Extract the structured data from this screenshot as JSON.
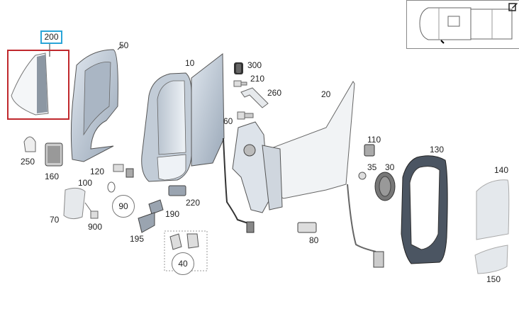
{
  "labels": {
    "l200": "200",
    "l50": "50",
    "l10": "10",
    "l300": "300",
    "l210": "210",
    "l260": "260",
    "l60": "60",
    "l20": "20",
    "l110": "110",
    "l130": "130",
    "l35": "35",
    "l30": "30",
    "l140": "140",
    "l250": "250",
    "l160": "160",
    "l120": "120",
    "l100": "100",
    "l90": "90",
    "l220": "220",
    "l190": "190",
    "l70": "70",
    "l900": "900",
    "l195": "195",
    "l80": "80",
    "l40": "40",
    "l150": "150"
  },
  "icons": {
    "overview": "vehicle-overview-icon",
    "edit": "edit-icon"
  },
  "colors": {
    "selection": "#c0282d",
    "label_highlight": "#2aa5d8",
    "part_fill": "#c9d3df",
    "part_stroke": "#555555"
  }
}
